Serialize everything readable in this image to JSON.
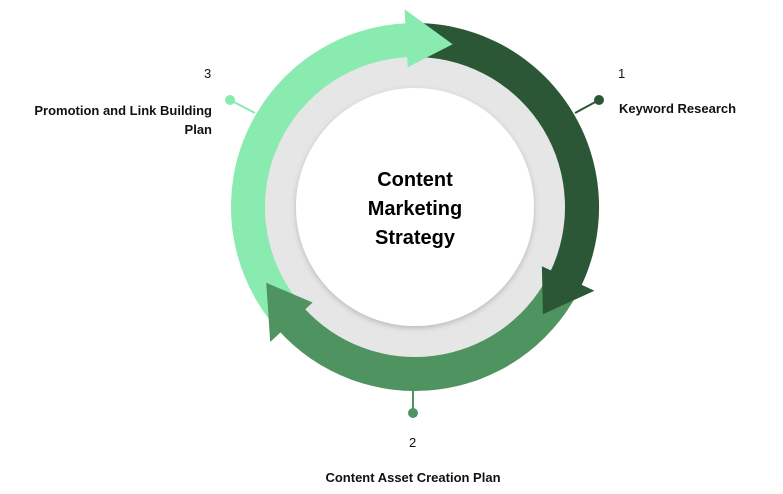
{
  "center_title": [
    "Content",
    "Marketing",
    "Strategy"
  ],
  "steps": [
    {
      "number": "1",
      "label": "Keyword Research",
      "color": "#2b5737"
    },
    {
      "number": "2",
      "label": "Content Asset Creation Plan",
      "color": "#4f9360"
    },
    {
      "number": "3",
      "label": "Promotion and Link Building Plan",
      "color": "#8aebb1"
    }
  ],
  "ring_color": "#e6e6e6"
}
